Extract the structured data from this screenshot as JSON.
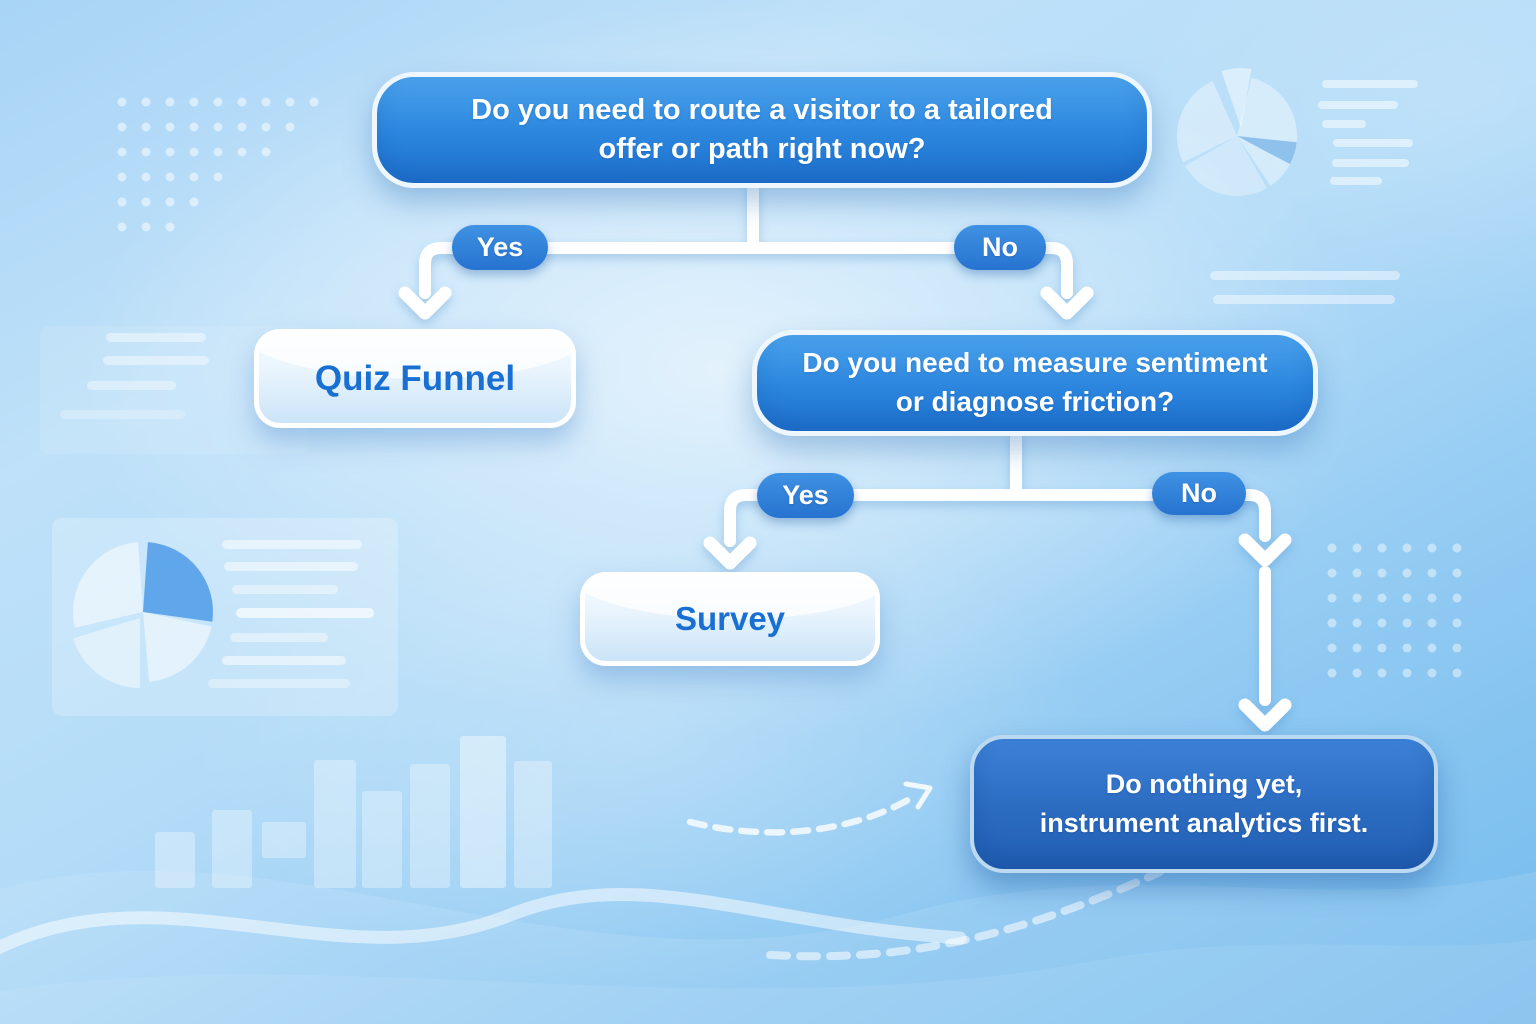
{
  "nodes": {
    "q1": {
      "line1": "Do you need to route a visitor to a tailored",
      "line2": "offer or path right now?"
    },
    "quiz_funnel": {
      "label": "Quiz Funnel"
    },
    "q2": {
      "line1": "Do you need to measure sentiment",
      "line2": "or diagnose friction?"
    },
    "survey": {
      "label": "Survey"
    },
    "do_nothing": {
      "line1": "Do nothing yet,",
      "line2": "instrument analytics first."
    }
  },
  "branch_labels": {
    "q1_yes": "Yes",
    "q1_no": "No",
    "q2_yes": "Yes",
    "q2_no": "No"
  },
  "colors": {
    "question_node": "#2E84DC",
    "final_node": "#2765BC",
    "leaf_node_text": "#1A70D2",
    "badge": "#2D7CD7",
    "connector": "#FFFFFF",
    "background_light": "#D8ECFC",
    "background_deep": "#74BBED"
  },
  "decorations": [
    "dot-grid-icon",
    "pie-chart-icon",
    "bar-chart-icon",
    "placeholder-lines-icon",
    "wave-icon",
    "dashed-arrow-icon"
  ]
}
